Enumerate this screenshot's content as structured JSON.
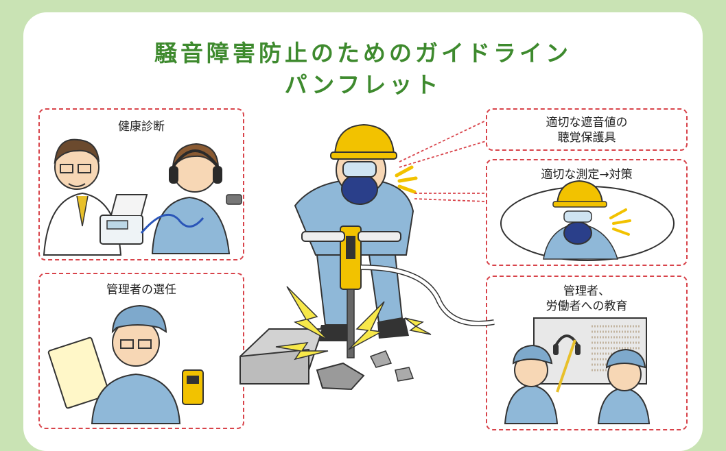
{
  "title": {
    "line1": "騒音障害防止のためのガイドライン",
    "line2": "パンフレット"
  },
  "panels": {
    "health_check": "健康診断",
    "manager_selection": "管理者の選任",
    "hearing_protection_line1": "適切な遮音値の",
    "hearing_protection_line2": "聴覚保護具",
    "measurement": "適切な測定→対策",
    "education_line1": "管理者、",
    "education_line2": "労働者への教育"
  },
  "colors": {
    "background": "#c9e3b4",
    "title": "#3e8a2e",
    "dashed_border": "#d8434a",
    "uniform": "#8fb8d8",
    "helmet": "#f2c200"
  }
}
